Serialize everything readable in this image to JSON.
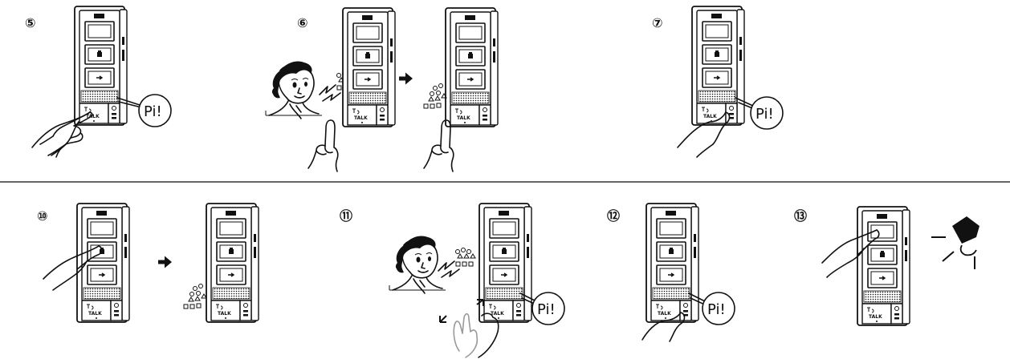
{
  "divider_color": "#333333",
  "rows": [
    {
      "steps": [
        {
          "number": "⑤",
          "devices": 1,
          "actions": [
            "press-talk-button",
            "beep"
          ],
          "bubble": "Pi!",
          "talk_label": "TALK"
        },
        {
          "number": "⑥",
          "devices": 2,
          "actions": [
            "visitor-speaks",
            "arrow-right",
            "release-talk-button"
          ],
          "talk_label": "TALK"
        },
        {
          "number": "⑦",
          "devices": 1,
          "actions": [
            "press-small-button",
            "beep"
          ],
          "bubble": "Pi!",
          "talk_label": "TALK"
        }
      ]
    },
    {
      "steps": [
        {
          "number": "⑩",
          "devices": 2,
          "actions": [
            "press-middle-button",
            "arrow-right",
            "sound-waves"
          ],
          "talk_label": "TALK"
        },
        {
          "number": "⑪",
          "devices": 1,
          "actions": [
            "visitor-speaks",
            "swipe-gesture",
            "beep"
          ],
          "bubble": "Pi!",
          "talk_label": "TALK"
        },
        {
          "number": "⑫",
          "devices": 1,
          "actions": [
            "press-small-button",
            "beep"
          ],
          "bubble": "Pi!",
          "talk_label": "TALK"
        },
        {
          "number": "⑬",
          "devices": 1,
          "actions": [
            "press-top-button",
            "lamp-on"
          ],
          "talk_label": "TALK"
        }
      ]
    }
  ]
}
